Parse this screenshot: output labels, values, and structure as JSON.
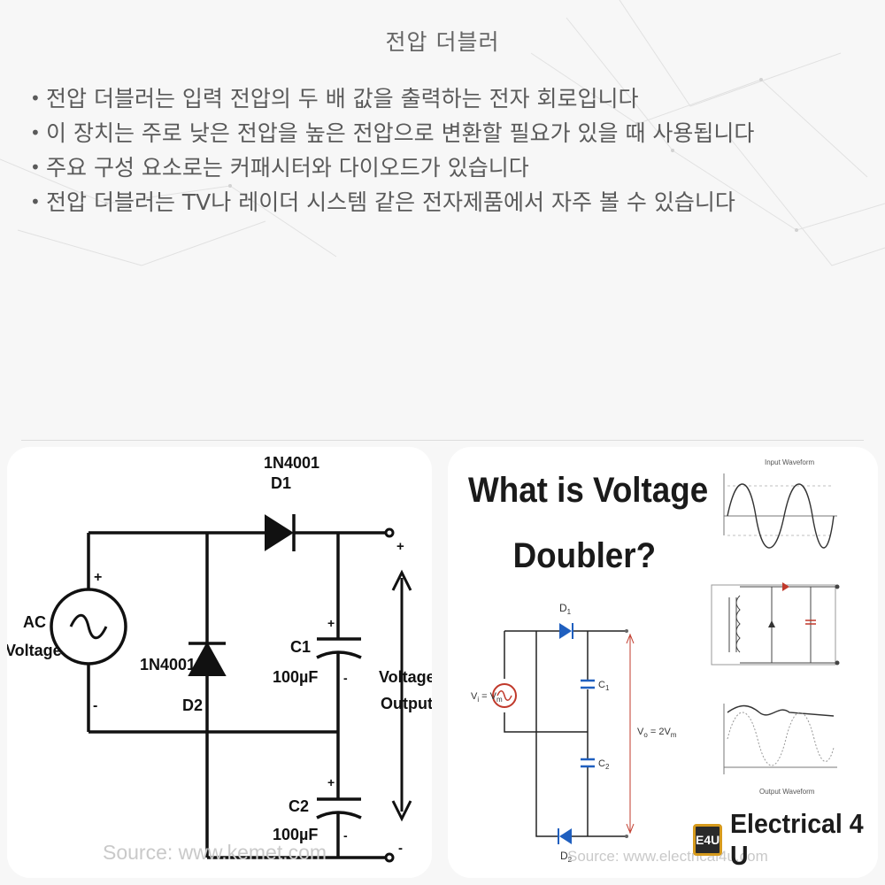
{
  "page": {
    "title": "전압 더블러",
    "bullets": [
      "전압 더블러는 입력 전압의 두 배 값을 출력하는 전자 회로입니다",
      "이 장치는 주로 낮은 전압을 높은 전압으로 변환할 필요가 있을 때 사용됩니다",
      "주요 구성 요소로는 커패시터와 다이오드가 있습니다",
      "전압 더블러는 TV나 레이더 시스템 같은 전자제품에서 자주 볼 수 있습니다"
    ]
  },
  "left_diagram": {
    "source_label": "AC",
    "source_label2": "Voltage",
    "plus": "+",
    "minus": "-",
    "d1_part": "1N4001",
    "d1_name": "D1",
    "d2_part": "1N4001",
    "d2_name": "D2",
    "c1_name": "C1",
    "c1_value": "100µF",
    "c2_name": "C2",
    "c2_value": "100µF",
    "output_label": "Voltage",
    "output_label2": "Output",
    "source_credit": "Source: www.kemet.com"
  },
  "right_panel": {
    "heading_line1": "What is Voltage",
    "heading_line2": "Doubler?",
    "vin_label": "V",
    "vin_sub": "i",
    "vin_eq": " = V",
    "vin_eq_sub": "m",
    "d1": "D",
    "d1_sub": "1",
    "d2": "D",
    "d2_sub": "2",
    "c1": "C",
    "c1_sub": "1",
    "c2": "C",
    "c2_sub": "2",
    "vout": "V",
    "vout_sub": "o",
    "vout_eq": " = 2V",
    "vout_eq_sub": "m",
    "input_waveform_title": "Input Waveform",
    "output_waveform_title": "Output Waveform",
    "source_credit": "Source: www.electrical4u.com"
  },
  "brand": {
    "badge": "E4U",
    "name": "Electrical 4 U",
    "accent_color": "#d69a1c"
  }
}
